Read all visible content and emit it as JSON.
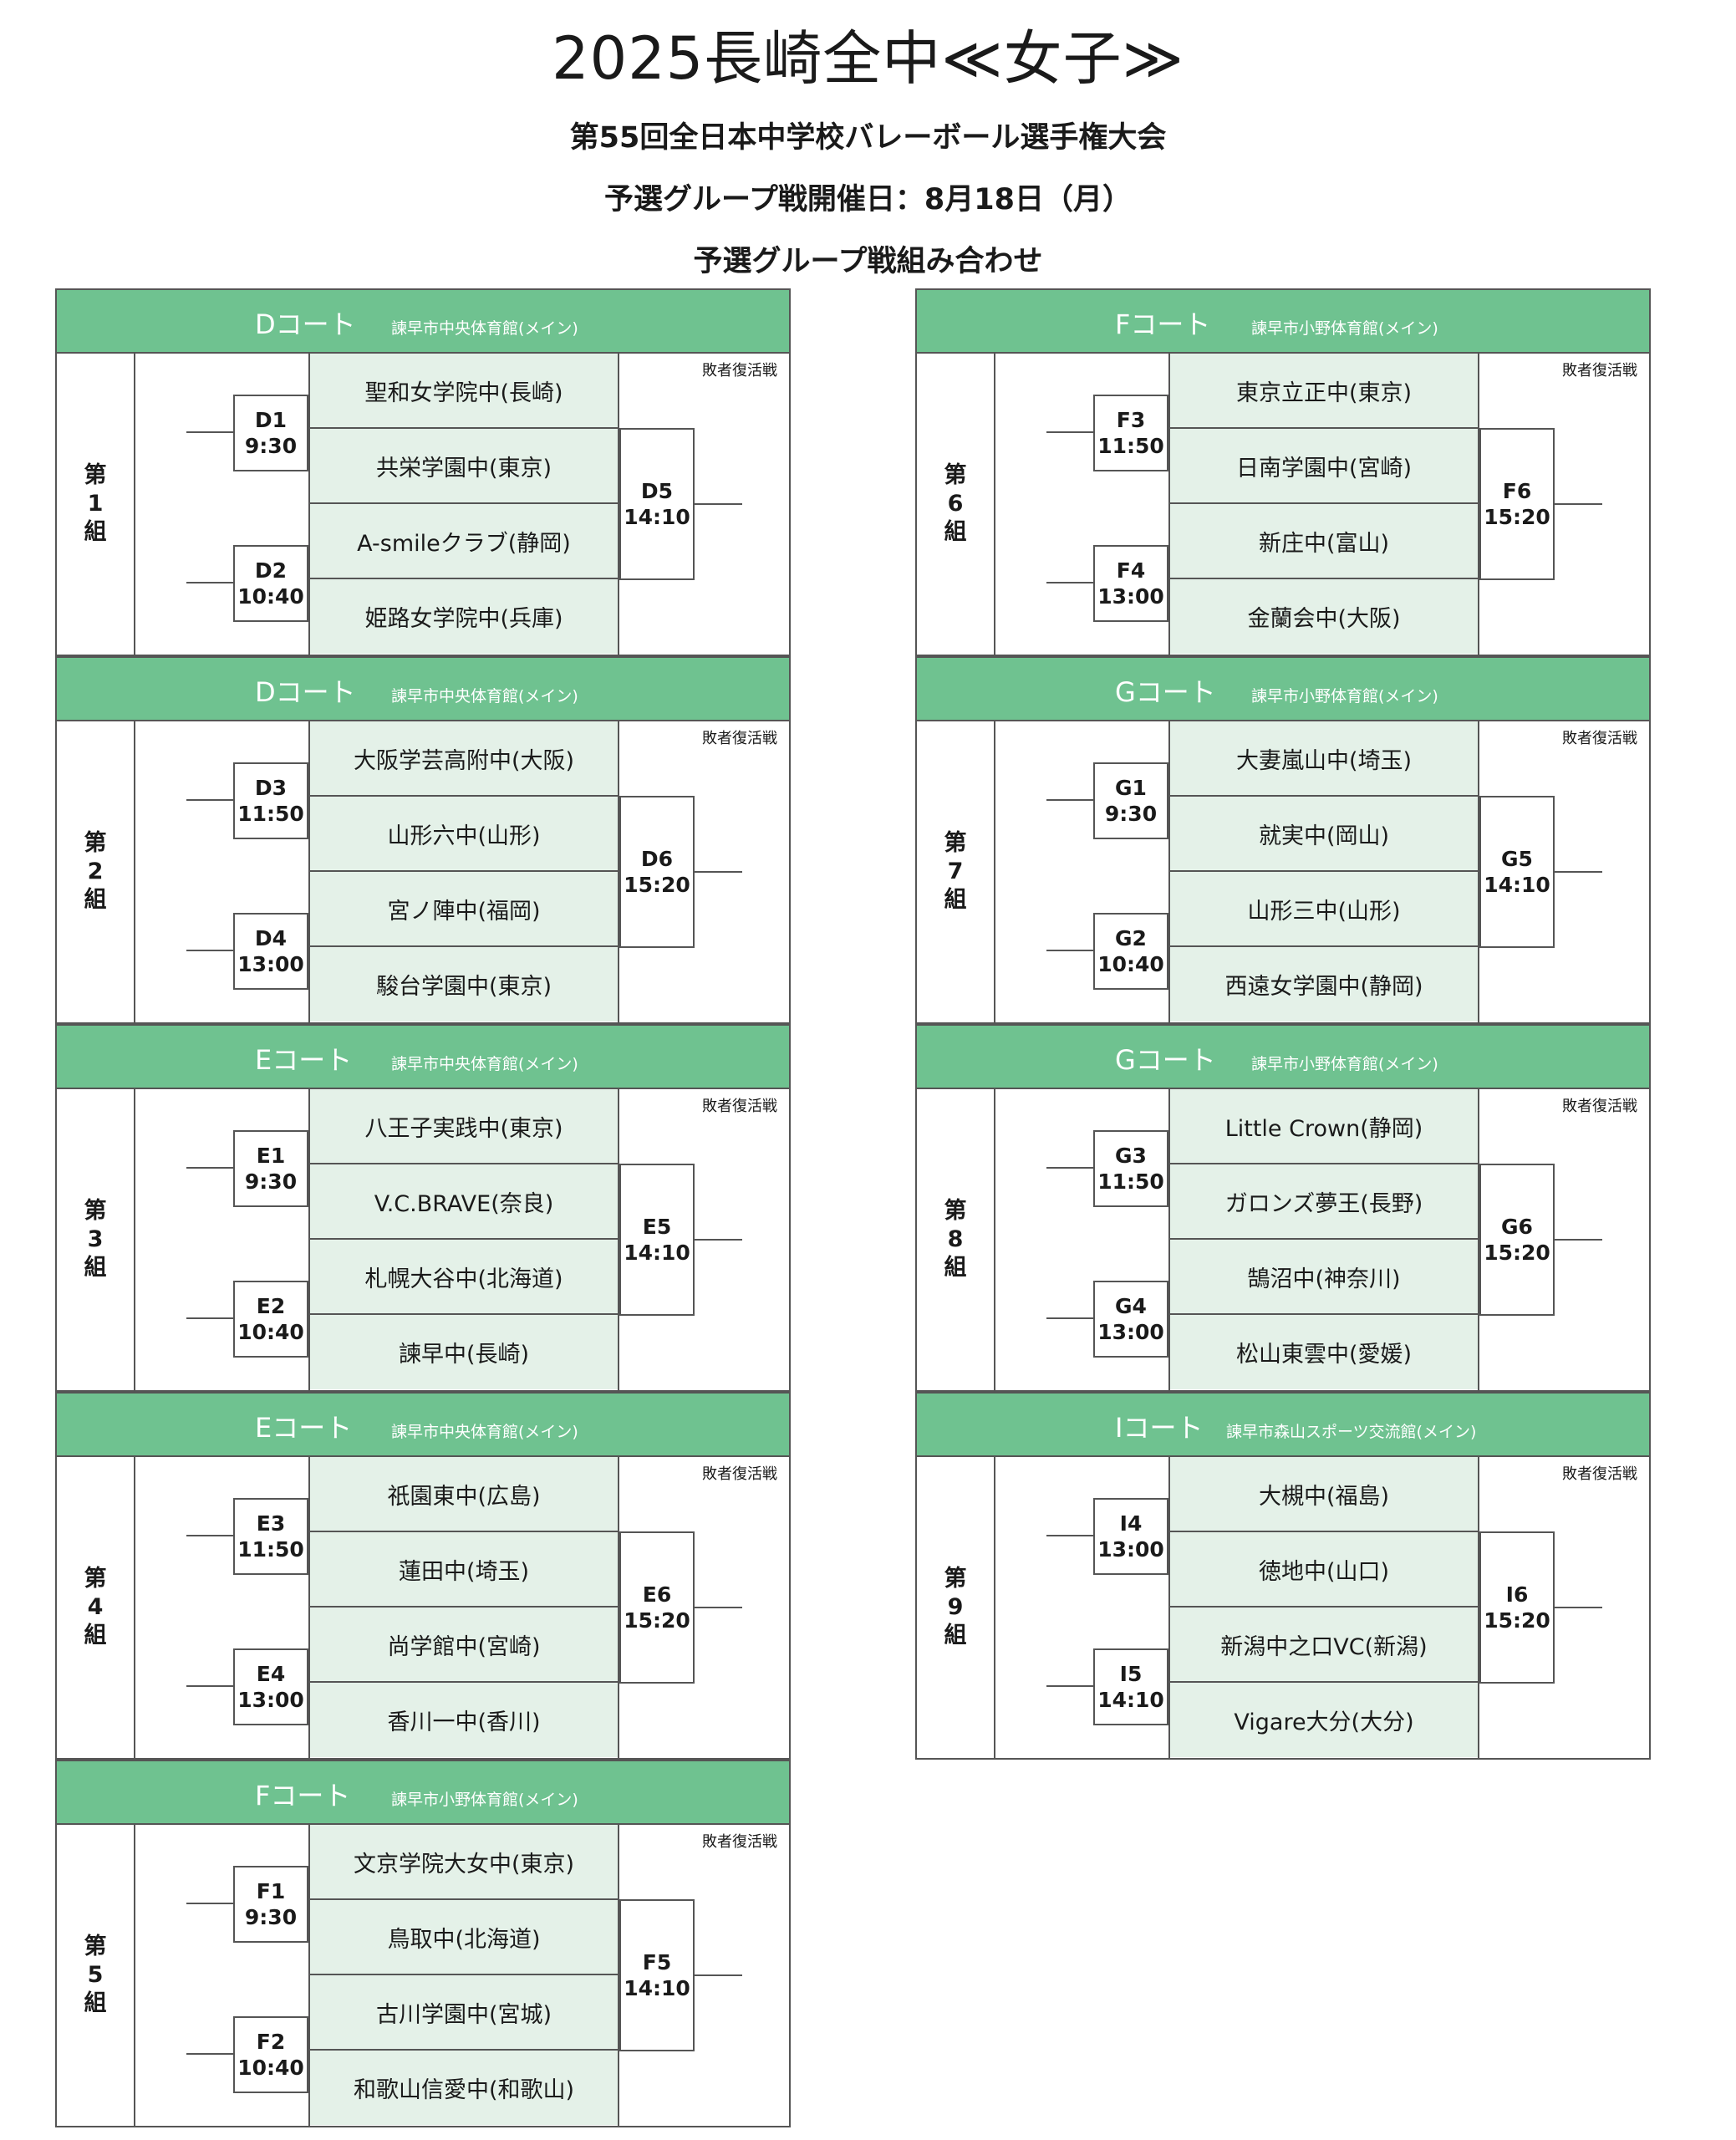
{
  "header": {
    "title": "2025長崎全中≪女子≫",
    "subtitle": "第55回全日本中学校バレーボール選手権大会",
    "date_line": "予選グループ戦開催日：8月18日（月）",
    "section": "予選グループ戦組み合わせ"
  },
  "loser_label": "敗者復活戦",
  "blocks": [
    {
      "court": "Dコート",
      "venue": "諫早市中央体育館(メイン)",
      "group": "第\n1\n組",
      "teams": [
        "聖和女学院中(長崎)",
        "共栄学園中(東京)",
        "A-smileクラブ(静岡)",
        "姫路女学院中(兵庫)"
      ],
      "m1": {
        "id": "D1",
        "time": "9:30"
      },
      "m2": {
        "id": "D2",
        "time": "10:40"
      },
      "m3": {
        "id": "D5",
        "time": "14:10"
      }
    },
    {
      "court": "Dコート",
      "venue": "諫早市中央体育館(メイン)",
      "group": "第\n2\n組",
      "teams": [
        "大阪学芸高附中(大阪)",
        "山形六中(山形)",
        "宮ノ陣中(福岡)",
        "駿台学園中(東京)"
      ],
      "m1": {
        "id": "D3",
        "time": "11:50"
      },
      "m2": {
        "id": "D4",
        "time": "13:00"
      },
      "m3": {
        "id": "D6",
        "time": "15:20"
      }
    },
    {
      "court": "Eコート",
      "venue": "諫早市中央体育館(メイン)",
      "group": "第\n3\n組",
      "teams": [
        "八王子実践中(東京)",
        "V.C.BRAVE(奈良)",
        "札幌大谷中(北海道)",
        "諫早中(長崎)"
      ],
      "m1": {
        "id": "E1",
        "time": "9:30"
      },
      "m2": {
        "id": "E2",
        "time": "10:40"
      },
      "m3": {
        "id": "E5",
        "time": "14:10"
      }
    },
    {
      "court": "Eコート",
      "venue": "諫早市中央体育館(メイン)",
      "group": "第\n4\n組",
      "teams": [
        "祇園東中(広島)",
        "蓮田中(埼玉)",
        "尚学館中(宮崎)",
        "香川一中(香川)"
      ],
      "m1": {
        "id": "E3",
        "time": "11:50"
      },
      "m2": {
        "id": "E4",
        "time": "13:00"
      },
      "m3": {
        "id": "E6",
        "time": "15:20"
      }
    },
    {
      "court": "Fコート",
      "venue": "諫早市小野体育館(メイン)",
      "group": "第\n5\n組",
      "teams": [
        "文京学院大女中(東京)",
        "鳥取中(北海道)",
        "古川学園中(宮城)",
        "和歌山信愛中(和歌山)"
      ],
      "m1": {
        "id": "F1",
        "time": "9:30"
      },
      "m2": {
        "id": "F2",
        "time": "10:40"
      },
      "m3": {
        "id": "F5",
        "time": "14:10"
      }
    },
    {
      "court": "Fコート",
      "venue": "諫早市小野体育館(メイン)",
      "group": "第\n6\n組",
      "teams": [
        "東京立正中(東京)",
        "日南学園中(宮崎)",
        "新庄中(富山)",
        "金蘭会中(大阪)"
      ],
      "m1": {
        "id": "F3",
        "time": "11:50"
      },
      "m2": {
        "id": "F4",
        "time": "13:00"
      },
      "m3": {
        "id": "F6",
        "time": "15:20"
      }
    },
    {
      "court": "Gコート",
      "venue": "諫早市小野体育館(メイン)",
      "group": "第\n7\n組",
      "teams": [
        "大妻嵐山中(埼玉)",
        "就実中(岡山)",
        "山形三中(山形)",
        "西遠女学園中(静岡)"
      ],
      "m1": {
        "id": "G1",
        "time": "9:30"
      },
      "m2": {
        "id": "G2",
        "time": "10:40"
      },
      "m3": {
        "id": "G5",
        "time": "14:10"
      }
    },
    {
      "court": "Gコート",
      "venue": "諫早市小野体育館(メイン)",
      "group": "第\n8\n組",
      "teams": [
        "Little Crown(静岡)",
        "ガロンズ夢王(長野)",
        "鵠沼中(神奈川)",
        "松山東雲中(愛媛)"
      ],
      "m1": {
        "id": "G3",
        "time": "11:50"
      },
      "m2": {
        "id": "G4",
        "time": "13:00"
      },
      "m3": {
        "id": "G6",
        "time": "15:20"
      }
    },
    {
      "court": "Iコート",
      "venue": "諫早市森山スポーツ交流館(メイン)",
      "group": "第\n9\n組",
      "teams": [
        "大槻中(福島)",
        "徳地中(山口)",
        "新潟中之口VC(新潟)",
        "Vigare大分(大分)"
      ],
      "m1": {
        "id": "I4",
        "time": "13:00"
      },
      "m2": {
        "id": "I5",
        "time": "14:10"
      },
      "m3": {
        "id": "I6",
        "time": "15:20"
      }
    }
  ]
}
